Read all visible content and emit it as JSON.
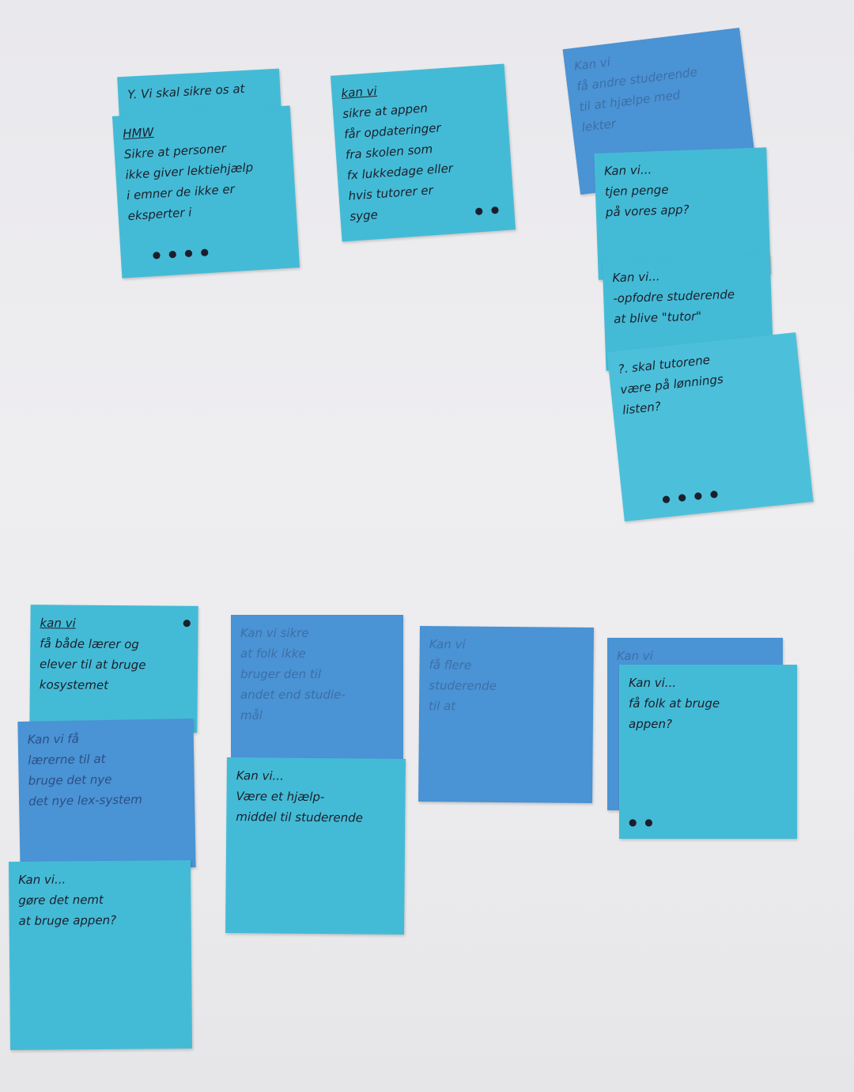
{
  "notes": [
    {
      "id": "n1a",
      "heading": "",
      "lines": [
        "Y. Vi skal sikre os at"
      ]
    },
    {
      "id": "n1b",
      "heading": "HMW",
      "lines": [
        "Sikre at personer",
        "ikke giver lektiehjælp",
        "i emner de ikke er",
        "eksperter i"
      ]
    },
    {
      "id": "n2",
      "heading": "kan vi",
      "lines": [
        "sikre at appen",
        "får opdateringer",
        "fra skolen som",
        "fx lukkedage eller",
        "hvis tutorer er",
        "syge"
      ]
    },
    {
      "id": "n3a",
      "heading": "",
      "lines": [
        "Kan vi",
        "få andre studerende",
        "til at hjælpe med",
        "lekter"
      ]
    },
    {
      "id": "n3b",
      "heading": "",
      "lines": [
        "Kan vi...",
        "tjen penge",
        "på vores app?"
      ]
    },
    {
      "id": "n3c",
      "heading": "",
      "lines": [
        "Kan vi...",
        "-opfodre studerende",
        "at blive \"tutor\""
      ]
    },
    {
      "id": "n3d",
      "heading": "",
      "lines": [
        "?. skal tutorene",
        "være på lønnings",
        "listen?"
      ]
    },
    {
      "id": "n4a",
      "heading": "kan vi",
      "lines": [
        "få både lærer og",
        "elever til at bruge",
        "kosystemet"
      ]
    },
    {
      "id": "n4b",
      "heading": "",
      "lines": [
        "Kan vi få",
        "lærerne til at",
        "bruge det nye",
        "det nye lex-system"
      ]
    },
    {
      "id": "n4c",
      "heading": "",
      "lines": [
        "Kan vi...",
        "gøre det nemt",
        "at bruge appen?"
      ]
    },
    {
      "id": "n5a",
      "heading": "",
      "lines": [
        "Kan vi sikre",
        "at folk ikke",
        "bruger den til",
        "andet end studie-",
        "mål"
      ]
    },
    {
      "id": "n5b",
      "heading": "",
      "lines": [
        "Kan vi...",
        "Være et hjælp-",
        "middel til studerende"
      ]
    },
    {
      "id": "n6",
      "heading": "",
      "lines": [
        "Kan vi",
        "få flere",
        "studerende",
        "til at"
      ]
    },
    {
      "id": "n7a",
      "heading": "",
      "lines": [
        "Kan vi"
      ]
    },
    {
      "id": "n7b",
      "heading": "",
      "lines": [
        "Kan vi...",
        "få folk at bruge",
        "appen?"
      ]
    }
  ]
}
